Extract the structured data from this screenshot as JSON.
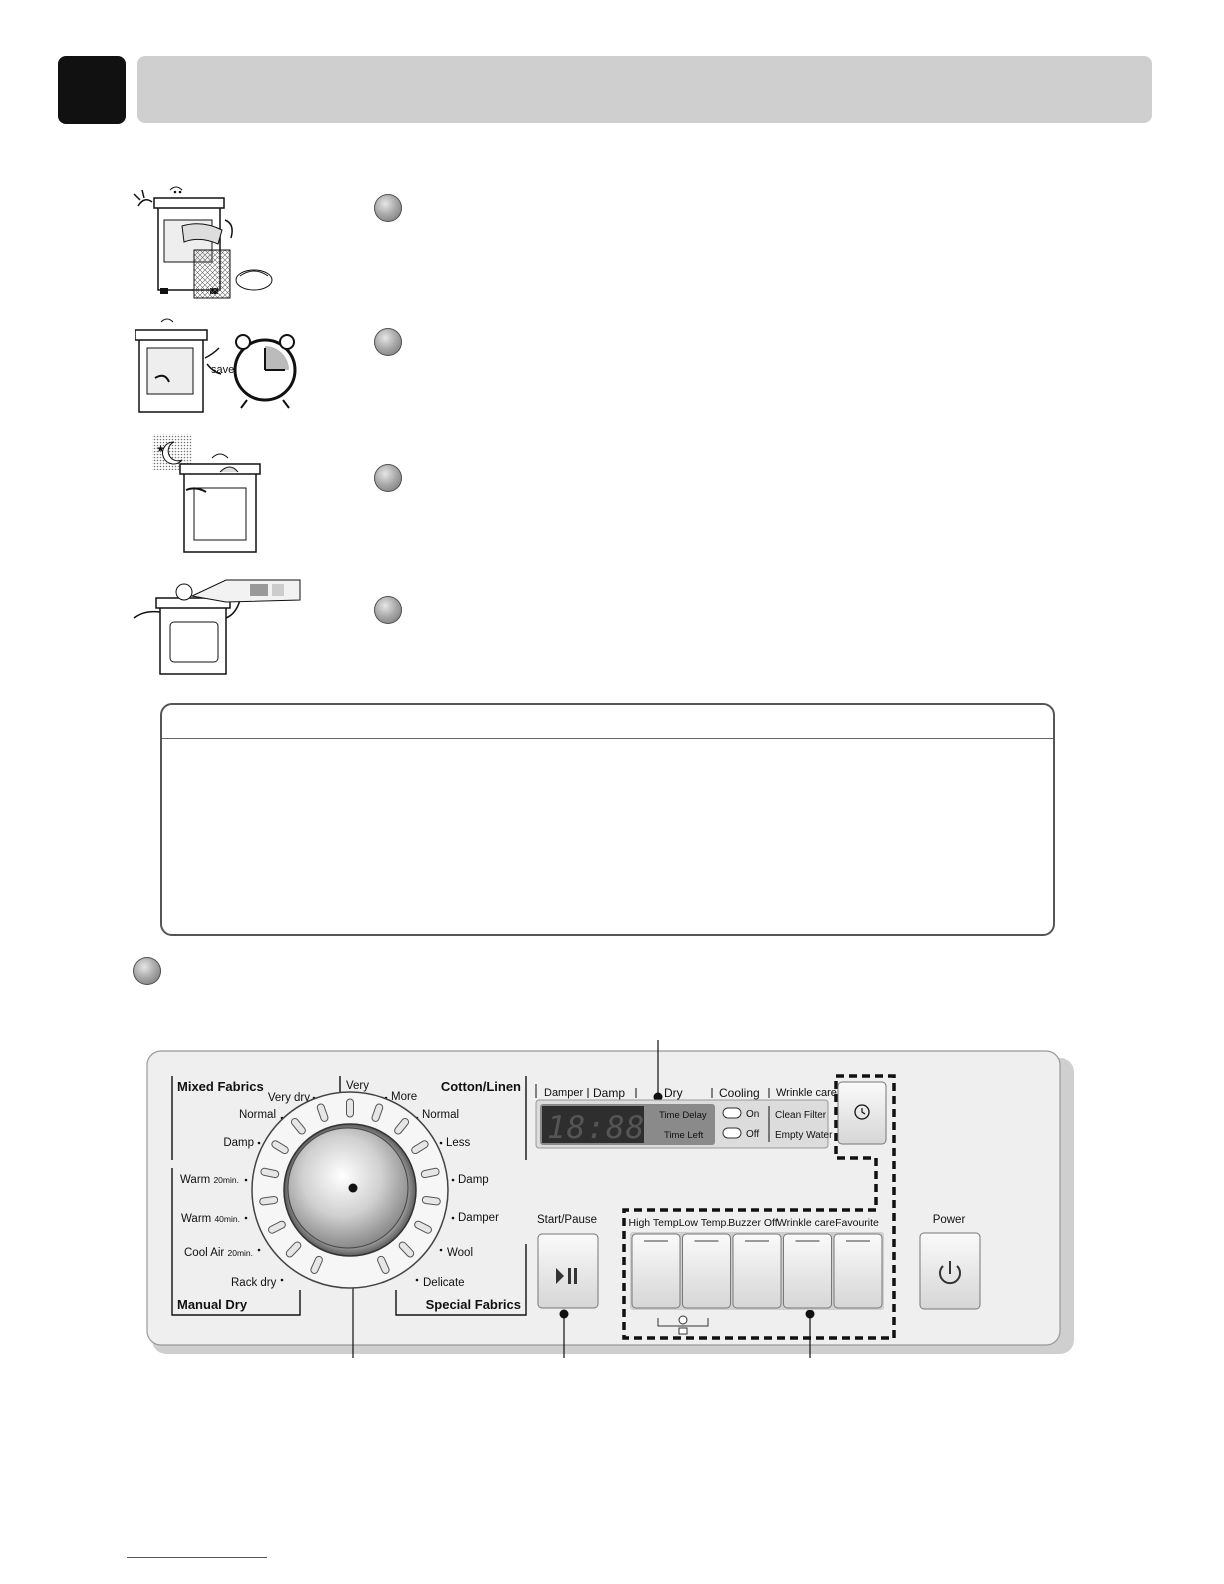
{
  "panel": {
    "mixed_title": "Mixed Fabrics",
    "cotton_title": "Cotton/Linen",
    "manual_title": "Manual Dry",
    "special_title": "Special Fabrics",
    "left_labels": [
      "Very dry",
      "Normal",
      "Damp"
    ],
    "manual_labels": [
      "Warm",
      "Warm",
      "Cool Air",
      "Rack dry"
    ],
    "manual_suffix": [
      "20min.",
      "40min.",
      "20min.",
      ""
    ],
    "right_labels": [
      "Very",
      "More",
      "Normal",
      "Less",
      "Damp",
      "Damper",
      "Wool",
      "Delicate"
    ],
    "status_labels": [
      "Damper",
      "Damp",
      "Dry",
      "Cooling",
      "Wrinkle care"
    ],
    "display_digits": "18:88",
    "time_labels": [
      "Time Delay",
      "Time Left"
    ],
    "cooling_labels": [
      "On",
      "Off"
    ],
    "indicator_labels": [
      "Clean Filter",
      "Empty Water"
    ],
    "start_pause_label": "Start/Pause",
    "option_buttons": [
      "High Temp.",
      "Low Temp.",
      "Buzzer Off",
      "Wrinkle care",
      "Favourite"
    ],
    "power_label": "Power",
    "accent_color": "#e0e0e0",
    "panel_color": "#efefef"
  }
}
